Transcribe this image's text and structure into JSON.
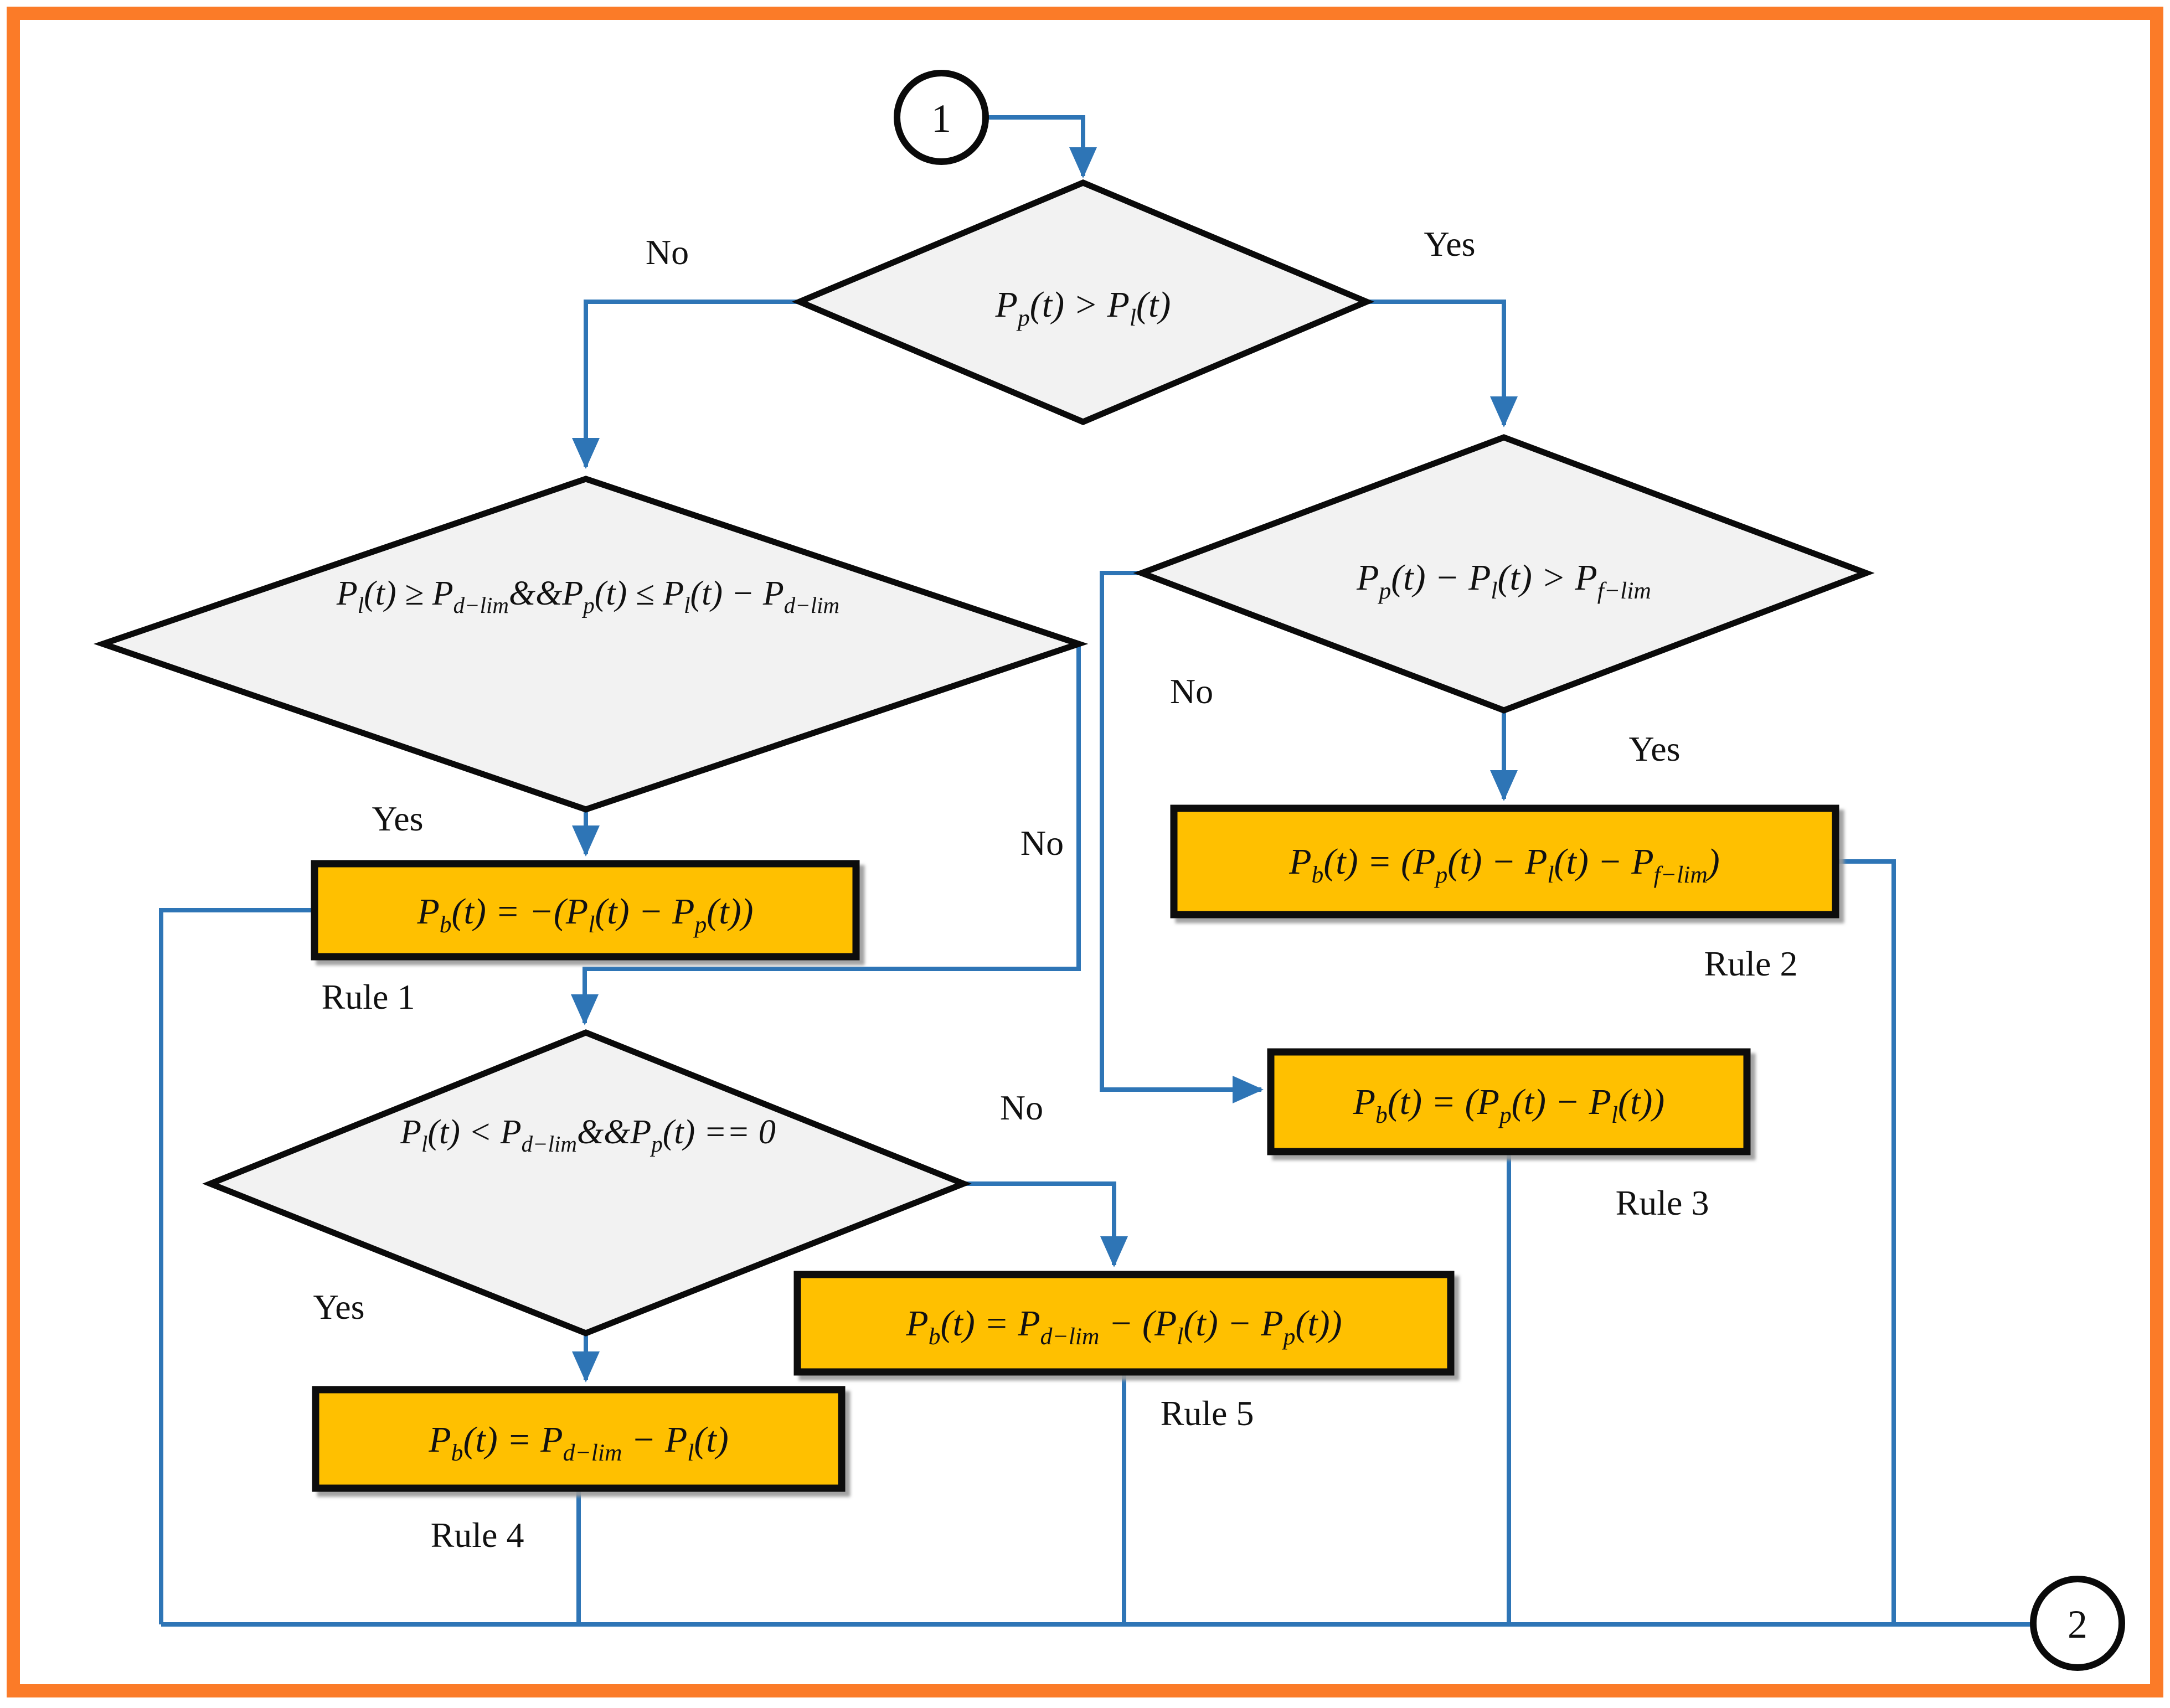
{
  "flow": {
    "start": {
      "label": "1"
    },
    "end": {
      "label": "2"
    },
    "d1": {
      "condition": "P_{p}(t) > P_{l}(t)",
      "yes_label": "Yes",
      "no_label": "No"
    },
    "d2": {
      "condition": "P_{l}(t) ≥ P_{d−lim}&&P_{p}(t) ≤ P_{l}(t) − P_{d−lim}",
      "yes_label": "Yes",
      "no_label": "No"
    },
    "d3": {
      "condition": "P_{l}(t) < P_{d−lim}&&P_{p}(t) == 0",
      "yes_label": "Yes",
      "no_label": "No"
    },
    "d4": {
      "condition": "P_{p}(t) − P_{l}(t) > P_{f−lim}",
      "yes_label": "Yes",
      "no_label": "No"
    },
    "rule1": {
      "formula": "P_{b}(t) = −(P_{l}(t) − P_{p}(t))",
      "caption": "Rule 1"
    },
    "rule2": {
      "formula": "P_{b}(t) = (P_{p}(t) − P_{l}(t) − P_{f−lim})",
      "caption": "Rule 2"
    },
    "rule3": {
      "formula": "P_{b}(t) = (P_{p}(t) − P_{l}(t))",
      "caption": "Rule 3"
    },
    "rule4": {
      "formula": "P_{b}(t) = P_{d−lim} − P_{l}(t)",
      "caption": "Rule 4"
    },
    "rule5": {
      "formula": "P_{b}(t) = P_{d−lim} − (P_{l}(t) − P_{p}(t))",
      "caption": "Rule 5"
    },
    "colors": {
      "line_blue": "#2E75B6",
      "line_halo": "#9DC3E6",
      "box_fill": "#FFC000",
      "diamond_fill": "#F2F2F2",
      "shape_stroke": "#0A0A0A",
      "border_orange": "#FB7B28",
      "shadow": "#9A9A9A",
      "text": "#111111"
    }
  }
}
